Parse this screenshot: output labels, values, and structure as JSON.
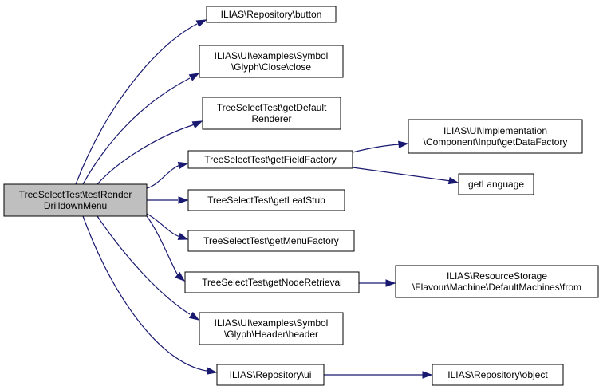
{
  "diagram": {
    "nodes": [
      {
        "id": "root",
        "lines": [
          "TreeSelectTest\\testRender",
          "DrilldownMenu"
        ]
      },
      {
        "id": "button",
        "lines": [
          "ILIAS\\Repository\\button"
        ]
      },
      {
        "id": "close",
        "lines": [
          "ILIAS\\UI\\examples\\Symbol",
          "\\Glyph\\Close\\close"
        ]
      },
      {
        "id": "defrenderer",
        "lines": [
          "TreeSelectTest\\getDefault",
          "Renderer"
        ]
      },
      {
        "id": "fieldfactory",
        "lines": [
          "TreeSelectTest\\getFieldFactory"
        ]
      },
      {
        "id": "leafstub",
        "lines": [
          "TreeSelectTest\\getLeafStub"
        ]
      },
      {
        "id": "menufactory",
        "lines": [
          "TreeSelectTest\\getMenuFactory"
        ]
      },
      {
        "id": "noderetrieval",
        "lines": [
          "TreeSelectTest\\getNodeRetrieval"
        ]
      },
      {
        "id": "header",
        "lines": [
          "ILIAS\\UI\\examples\\Symbol",
          "\\Glyph\\Header\\header"
        ]
      },
      {
        "id": "ui",
        "lines": [
          "ILIAS\\Repository\\ui"
        ]
      },
      {
        "id": "datafactory",
        "lines": [
          "ILIAS\\UI\\Implementation",
          "\\Component\\Input\\getDataFactory"
        ]
      },
      {
        "id": "language",
        "lines": [
          "getLanguage"
        ]
      },
      {
        "id": "defaultmachines",
        "lines": [
          "ILIAS\\ResourceStorage",
          "\\Flavour\\Machine\\DefaultMachines\\from"
        ]
      },
      {
        "id": "object",
        "lines": [
          "ILIAS\\Repository\\object"
        ]
      }
    ],
    "edges": [
      {
        "from": "root",
        "to": "button"
      },
      {
        "from": "root",
        "to": "close"
      },
      {
        "from": "root",
        "to": "defrenderer"
      },
      {
        "from": "root",
        "to": "fieldfactory"
      },
      {
        "from": "root",
        "to": "leafstub"
      },
      {
        "from": "root",
        "to": "menufactory"
      },
      {
        "from": "root",
        "to": "noderetrieval"
      },
      {
        "from": "root",
        "to": "header"
      },
      {
        "from": "root",
        "to": "ui"
      },
      {
        "from": "fieldfactory",
        "to": "datafactory"
      },
      {
        "from": "fieldfactory",
        "to": "language"
      },
      {
        "from": "noderetrieval",
        "to": "defaultmachines"
      },
      {
        "from": "ui",
        "to": "object"
      }
    ],
    "colors": {
      "edge": "#191970",
      "root_fill": "#bfbfbf",
      "node_fill": "#ffffff",
      "border": "#000000"
    }
  }
}
